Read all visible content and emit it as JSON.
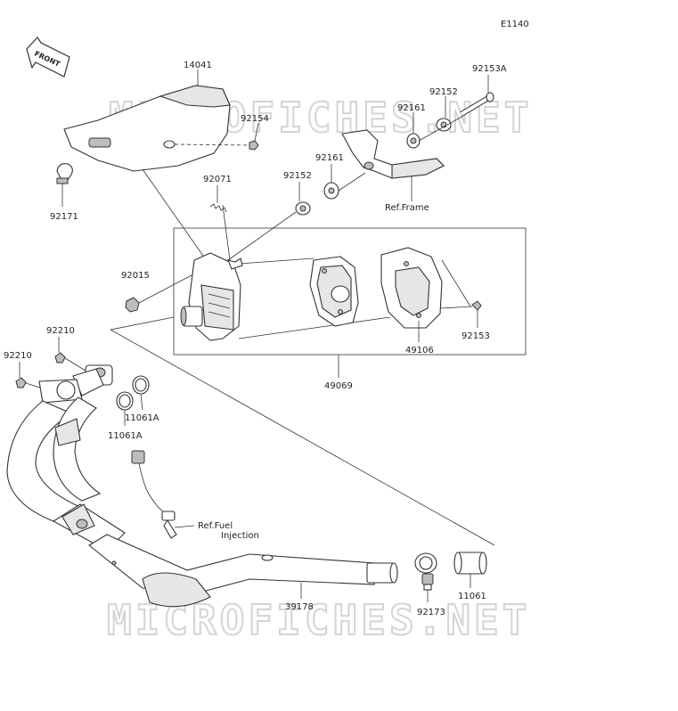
{
  "diagram": {
    "code": "E1140",
    "front_label": "FRONT",
    "watermarks": [
      "MICROFICHES.NET",
      "MICROFICHES.NET"
    ],
    "parts": {
      "p14041": "14041",
      "p92154": "92154",
      "p92171": "92171",
      "p92071": "92071",
      "p92015": "92015",
      "p92152_upper": "92152",
      "p92153A": "92153A",
      "p92161_upper": "92161",
      "p92152_lower": "92152",
      "p92161_lower": "92161",
      "p92153": "92153",
      "p49106": "49106",
      "p49069": "49069",
      "p92210_upper": "92210",
      "p92210_lower": "92210",
      "p11061A_upper": "11061A",
      "p11061A_lower": "11061A",
      "p39178": "39178",
      "p92173": "92173",
      "p11061": "11061"
    },
    "refs": {
      "frame": "Ref.Frame",
      "fuel_line1": "Ref.Fuel",
      "fuel_line2": "Injection"
    }
  }
}
